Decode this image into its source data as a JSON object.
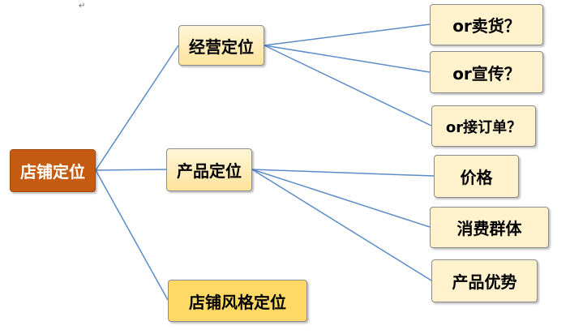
{
  "paragraph_mark": "↵",
  "colors": {
    "root_fill": "#c55a11",
    "node_fill": "#fff2cc",
    "node_fill_strong": "#ffd966",
    "connector": "#5b8cc8"
  },
  "root": {
    "label": "店铺定位"
  },
  "branches": [
    {
      "label": "经营定位",
      "children": [
        "or卖货？",
        "or宣传？",
        "or接订单？"
      ]
    },
    {
      "label": "产品定位",
      "children": [
        "价格",
        "消费群体",
        "产品优势"
      ]
    },
    {
      "label": "店铺风格定位",
      "children": []
    }
  ]
}
